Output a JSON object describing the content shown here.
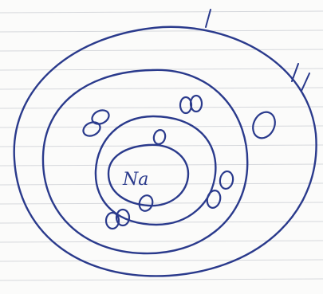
{
  "diagram": {
    "nucleus_label": "Na",
    "ink_color": "#2a3a8c",
    "paper_color": "#fbfbfa",
    "rule_line_color": "#d6d8dc",
    "shells": [
      {
        "name": "shell-1",
        "electrons": 2
      },
      {
        "name": "shell-2",
        "electrons": 8
      },
      {
        "name": "shell-3",
        "electrons": 1
      }
    ]
  }
}
